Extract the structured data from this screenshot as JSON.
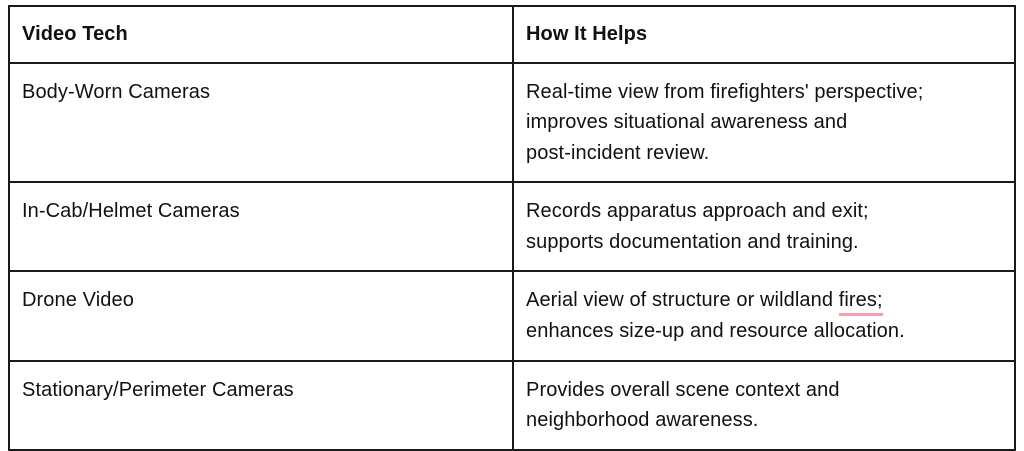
{
  "table": {
    "columns": [
      {
        "key": "tech",
        "header": "Video Tech"
      },
      {
        "key": "helps",
        "header": "How It Helps"
      }
    ],
    "rows": [
      {
        "tech": "Body-Worn Cameras",
        "helps_line1": "Real-time view from firefighters' perspective;",
        "helps_line2": "improves situational awareness and",
        "helps_line3": "post-incident review.",
        "helps_full": "Real-time view from firefighters' perspective; improves situational awareness and post-incident review."
      },
      {
        "tech": "In-Cab/Helmet Cameras",
        "helps_line1": "Records apparatus approach and exit;",
        "helps_line2": "supports documentation and training.",
        "helps_line3": "",
        "helps_full": "Records apparatus approach and exit; supports documentation and training."
      },
      {
        "tech": "Drone Video",
        "helps_line1_before": "Aerial view of structure or wildland ",
        "helps_line1_marked": "fires;",
        "helps_line2": "enhances size-up and resource allocation.",
        "helps_line3": "",
        "helps_full": "Aerial view of structure or wildland fires; enhances size-up and resource allocation."
      },
      {
        "tech": "Stationary/Perimeter Cameras",
        "helps_line1": "Provides overall scene context and",
        "helps_line2": "neighborhood awareness.",
        "helps_line3": "",
        "helps_full": "Provides overall scene context and neighborhood awareness."
      }
    ],
    "annotations": {
      "spellcheck_underline_color": "#f5a0b2",
      "spellcheck_word": "fires;"
    },
    "colors": {
      "border": "#1a1a1a",
      "text": "#111111",
      "background": "#ffffff"
    }
  }
}
